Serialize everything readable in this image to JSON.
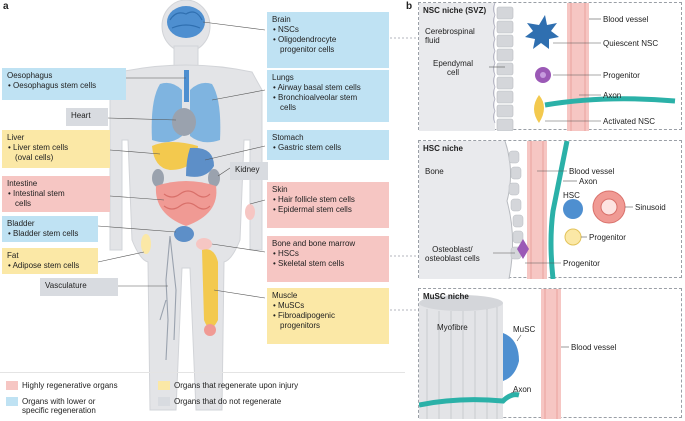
{
  "panel_a": {
    "letter": "a",
    "labels": {
      "brain": {
        "title": "Brain",
        "items": [
          "• NSCs",
          "• Oligodendrocyte",
          "progenitor cells"
        ]
      },
      "oesophagus": {
        "title": "Oesophagus",
        "items": [
          "• Oesophagus stem cells"
        ]
      },
      "lungs": {
        "title": "Lungs",
        "items": [
          "• Airway basal stem cells",
          "• Bronchioalveolar stem",
          "cells"
        ]
      },
      "heart": {
        "title": "Heart"
      },
      "liver": {
        "title": "Liver",
        "items": [
          "• Liver stem cells",
          "(oval cells)"
        ]
      },
      "stomach": {
        "title": "Stomach",
        "items": [
          "• Gastric stem cells"
        ]
      },
      "kidney": {
        "title": "Kidney"
      },
      "intestine": {
        "title": "Intestine",
        "items": [
          "• Intestinal stem",
          "cells"
        ]
      },
      "skin": {
        "title": "Skin",
        "items": [
          "• Hair follicle stem cells",
          "• Epidermal stem cells"
        ]
      },
      "bladder": {
        "title": "Bladder",
        "items": [
          "• Bladder stem cells"
        ]
      },
      "fat": {
        "title": "Fat",
        "items": [
          "• Adipose stem cells"
        ]
      },
      "bone": {
        "title": "Bone and bone marrow",
        "items": [
          "• HSCs",
          "• Skeletal stem cells"
        ]
      },
      "vasculature": {
        "title": "Vasculature"
      },
      "muscle": {
        "title": "Muscle",
        "items": [
          "• MuSCs",
          "• Fibroadipogenic",
          "progenitors"
        ]
      }
    },
    "legend": [
      {
        "label": "Highly regenerative organs",
        "color": "#f6c6c3"
      },
      {
        "label": "Organs that regenerate upon injury",
        "color": "#fbe8a6"
      },
      {
        "label": "Organs with lower or",
        "label2": "specific regeneration",
        "color": "#bfe2f3"
      },
      {
        "label": "Organs that do not regenerate",
        "color": "#d8dbe0"
      }
    ]
  },
  "panel_b": {
    "letter": "b",
    "nsc": {
      "title": "NSC niche (SVZ)",
      "csf": [
        "Cerebrospinal",
        "fluid"
      ],
      "ependymal": [
        "Ependymal",
        "cell"
      ],
      "blood_vessel": "Blood vessel",
      "quiescent": "Quiescent NSC",
      "progenitor": "Progenitor",
      "axon": "Axon",
      "activated": "Activated NSC"
    },
    "hsc": {
      "title": "HSC niche",
      "bone": "Bone",
      "blood_vessel": "Blood vessel",
      "axon": "Axon",
      "hsc": "HSC",
      "sinusoid": "Sinusoid",
      "progenitor_top": "Progenitor",
      "osteoblast": [
        "Osteoblast/",
        "osteoblast cells"
      ],
      "progenitor_bottom": "Progenitor"
    },
    "musc": {
      "title": "MuSC niche",
      "myofibre": "Myofibre",
      "musc": "MuSC",
      "blood_vessel": "Blood vessel",
      "axon": "Axon"
    }
  }
}
